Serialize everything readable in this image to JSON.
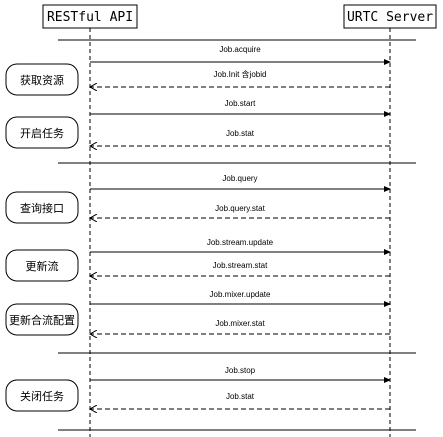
{
  "actors": {
    "left": "RESTful API",
    "right": "URTC Server"
  },
  "steps": [
    {
      "label": "获取资源",
      "messages": [
        {
          "text": "Job.acquire",
          "direction": "right",
          "style": "solid"
        },
        {
          "text": "Job.Init 含jobid",
          "direction": "left",
          "style": "dashed"
        }
      ]
    },
    {
      "label": "开启任务",
      "messages": [
        {
          "text": "Job.start",
          "direction": "right",
          "style": "solid"
        },
        {
          "text": "Job.stat",
          "direction": "left",
          "style": "dashed"
        }
      ]
    },
    {
      "label": "查询接口",
      "messages": [
        {
          "text": "Job.query",
          "direction": "right",
          "style": "solid"
        },
        {
          "text": "Job.query.stat",
          "direction": "left",
          "style": "dashed"
        }
      ]
    },
    {
      "label": "更新流",
      "messages": [
        {
          "text": "Job.stream.update",
          "direction": "right",
          "style": "solid"
        },
        {
          "text": "Job.stream.stat",
          "direction": "left",
          "style": "dashed"
        }
      ]
    },
    {
      "label": "更新合流配置",
      "messages": [
        {
          "text": "Job.mixer.update",
          "direction": "right",
          "style": "solid"
        },
        {
          "text": "Job.mixer.stat",
          "direction": "left",
          "style": "dashed"
        }
      ]
    },
    {
      "label": "关闭任务",
      "messages": [
        {
          "text": "Job.stop",
          "direction": "right",
          "style": "solid"
        },
        {
          "text": "Job.stat",
          "direction": "left",
          "style": "dashed"
        }
      ]
    }
  ]
}
